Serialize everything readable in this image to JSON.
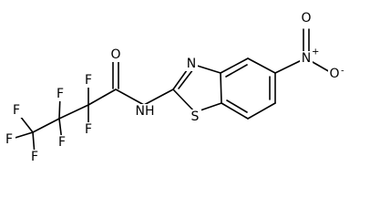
{
  "molecule": {
    "atoms": {
      "F1": "F",
      "F2": "F",
      "F3": "F",
      "F4": "F",
      "F5": "F",
      "F6": "F",
      "F7": "F",
      "O_amide": "O",
      "NH": "NH",
      "N_ring": "N",
      "S_ring": "S",
      "N_nitro": "N",
      "O_nitro_a": "O",
      "O_nitro_b": "O"
    },
    "charges": {
      "N_nitro": "+",
      "O_nitro_b": "-"
    }
  }
}
